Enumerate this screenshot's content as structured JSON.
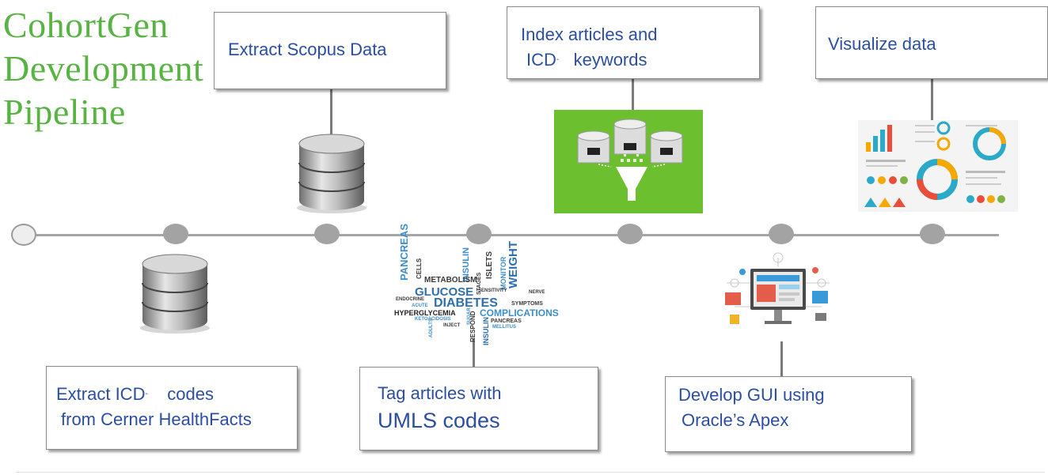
{
  "title": {
    "line1": "CohortGen",
    "line2": "Development",
    "line3": "Pipeline"
  },
  "steps": {
    "extract_icd": {
      "line1": "Extract ICD",
      "sup": "-",
      "line1b": "codes",
      "line2": "from Cerner HealthFacts"
    },
    "extract_scopus": {
      "line1": "Extract Scopus Data"
    },
    "tag_articles": {
      "line1": "Tag articles with",
      "line2": "UMLS codes"
    },
    "index_articles": {
      "line1": "Index articles and",
      "line2a": "ICD",
      "sup": "-",
      "line2b": "keywords"
    },
    "develop_gui": {
      "line1": "Develop GUI using",
      "line2": "Oracle’s Apex"
    },
    "visualize": {
      "line1": "Visualize data"
    }
  },
  "word_cloud": {
    "words": [
      "PANCREAS",
      "INSULIN",
      "CELLS",
      "ISLETS",
      "WEIGHT",
      "METABOLISM",
      "GLUCOSE",
      "STAGES",
      "MONITOR",
      "DIABETES",
      "SENSITIVITY",
      "NERVE",
      "ENDOCRINE",
      "ACUTE",
      "SYMPTOMS",
      "HYPERGLYCEMIA",
      "SUGAR",
      "COMPLICATIONS",
      "KETOACIDOSIS",
      "RESPOND",
      "PANCREAS",
      "INJECT",
      "INSULIN",
      "MELLITUS",
      "ADULTS"
    ]
  },
  "colors": {
    "title": "#58b442",
    "box_text": "#2b4ea2",
    "line": "#a5a5a5",
    "node": "#a3a3a3",
    "green_panel": "#6cbf2e"
  },
  "icons": [
    "database-icon",
    "database-icon",
    "database-filter-icon",
    "infographic-icon",
    "word-cloud",
    "computer-gui-icon"
  ]
}
